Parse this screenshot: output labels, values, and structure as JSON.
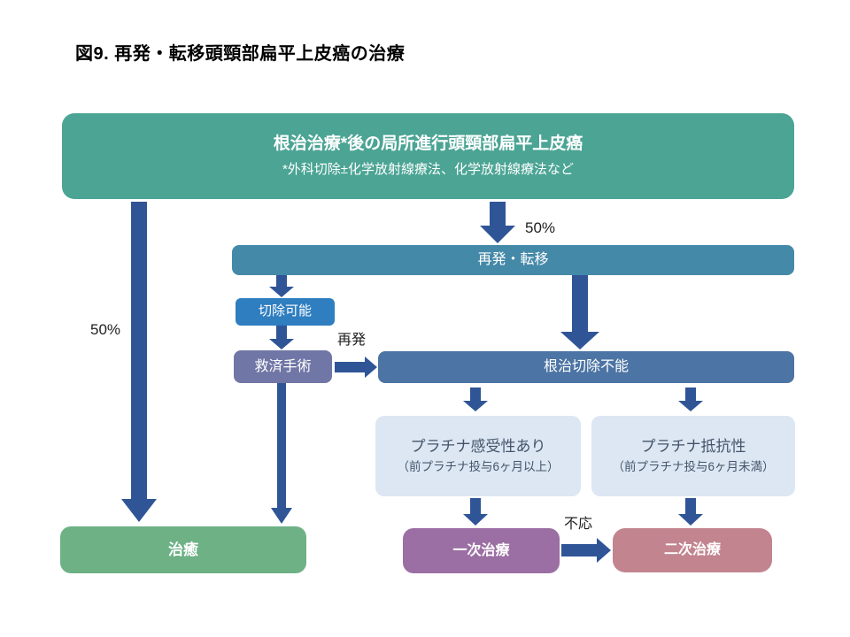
{
  "title": "図9. 再発・転移頭頸部扁平上皮癌の治療",
  "colors": {
    "arrow": "#2F5597",
    "initial": "#4BA494",
    "recurrence": "#4589A8",
    "resectable": "#2E7EC0",
    "salvage": "#7076A5",
    "unresectable": "#4C74A4",
    "platinum": "#DCE7F3",
    "platinum_text": "#44546A",
    "cure": "#6DB185",
    "first_line": "#9B6FA3",
    "second_line": "#C2848F"
  },
  "nodes": {
    "initial": {
      "title": "根治治療*後の局所進行頭頸部扁平上皮癌",
      "subtitle": "*外科切除±化学放射線療法、化学放射線療法など"
    },
    "recurrence": {
      "label": "再発・転移"
    },
    "resectable": {
      "label": "切除可能"
    },
    "salvage": {
      "label": "救済手術"
    },
    "unresectable": {
      "label": "根治切除不能"
    },
    "platinum_sensitive": {
      "title": "プラチナ感受性あり",
      "subtitle": "（前プラチナ投与6ヶ月以上）"
    },
    "platinum_resistant": {
      "title": "プラチナ抵抗性",
      "subtitle": "（前プラチナ投与6ヶ月未満）"
    },
    "cure": {
      "label": "治癒"
    },
    "first_line": {
      "label": "一次治療"
    },
    "second_line": {
      "label": "二次治療"
    }
  },
  "edge_labels": {
    "initial_to_recurrence": "50%",
    "initial_to_cure": "50%",
    "salvage_to_unresectable": "再発",
    "first_to_second": "不応"
  }
}
